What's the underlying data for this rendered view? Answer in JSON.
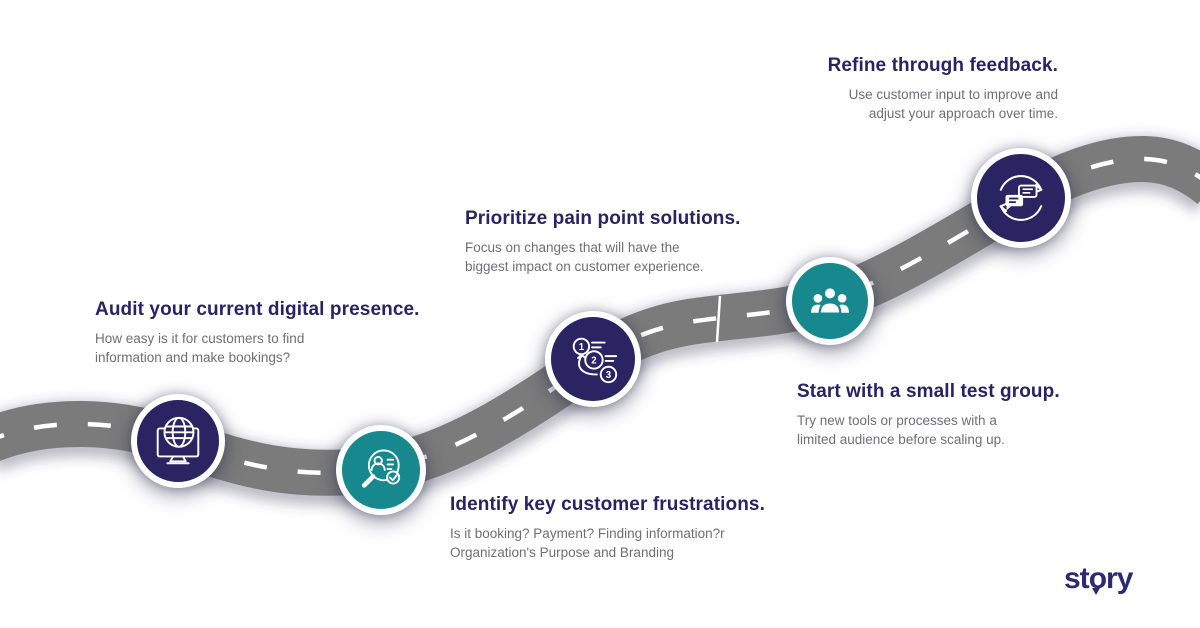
{
  "theme": {
    "navy": "#2A2462",
    "teal": "#17898E",
    "road_gray": "#7B7B7B",
    "title_color": "#292363",
    "body_color": "#6F6F74",
    "logo_color": "#2E2A72",
    "dash_color": "#FFFFFF"
  },
  "steps": [
    {
      "id": "audit",
      "title": "Audit your current digital presence.",
      "desc_lines": [
        "How easy is it for customers to find",
        "information and make bookings?"
      ],
      "icon": "globe-monitor-icon",
      "badge_color": "navy"
    },
    {
      "id": "identify",
      "title": "Identify key customer frustrations.",
      "desc_lines": [
        "Is it booking? Payment? Finding information?r",
        "Organization's Purpose and Branding"
      ],
      "icon": "search-person-check-icon",
      "badge_color": "teal"
    },
    {
      "id": "prioritize",
      "title": "Prioritize pain point solutions.",
      "desc_lines": [
        "Focus on changes that will have the",
        "biggest impact on customer experience."
      ],
      "icon": "numbered-steps-icon",
      "badge_color": "navy"
    },
    {
      "id": "test-group",
      "title": "Start with a small test group.",
      "desc_lines": [
        "Try new tools or processes with a",
        "limited audience before scaling up."
      ],
      "icon": "people-group-icon",
      "badge_color": "teal"
    },
    {
      "id": "refine",
      "title": "Refine through feedback.",
      "desc_lines": [
        "Use customer input to improve and",
        "adjust your approach over time."
      ],
      "icon": "chat-feedback-cycle-icon",
      "badge_color": "navy"
    }
  ],
  "logo": {
    "prefix": "st",
    "o": "o",
    "suffix": "ry"
  }
}
